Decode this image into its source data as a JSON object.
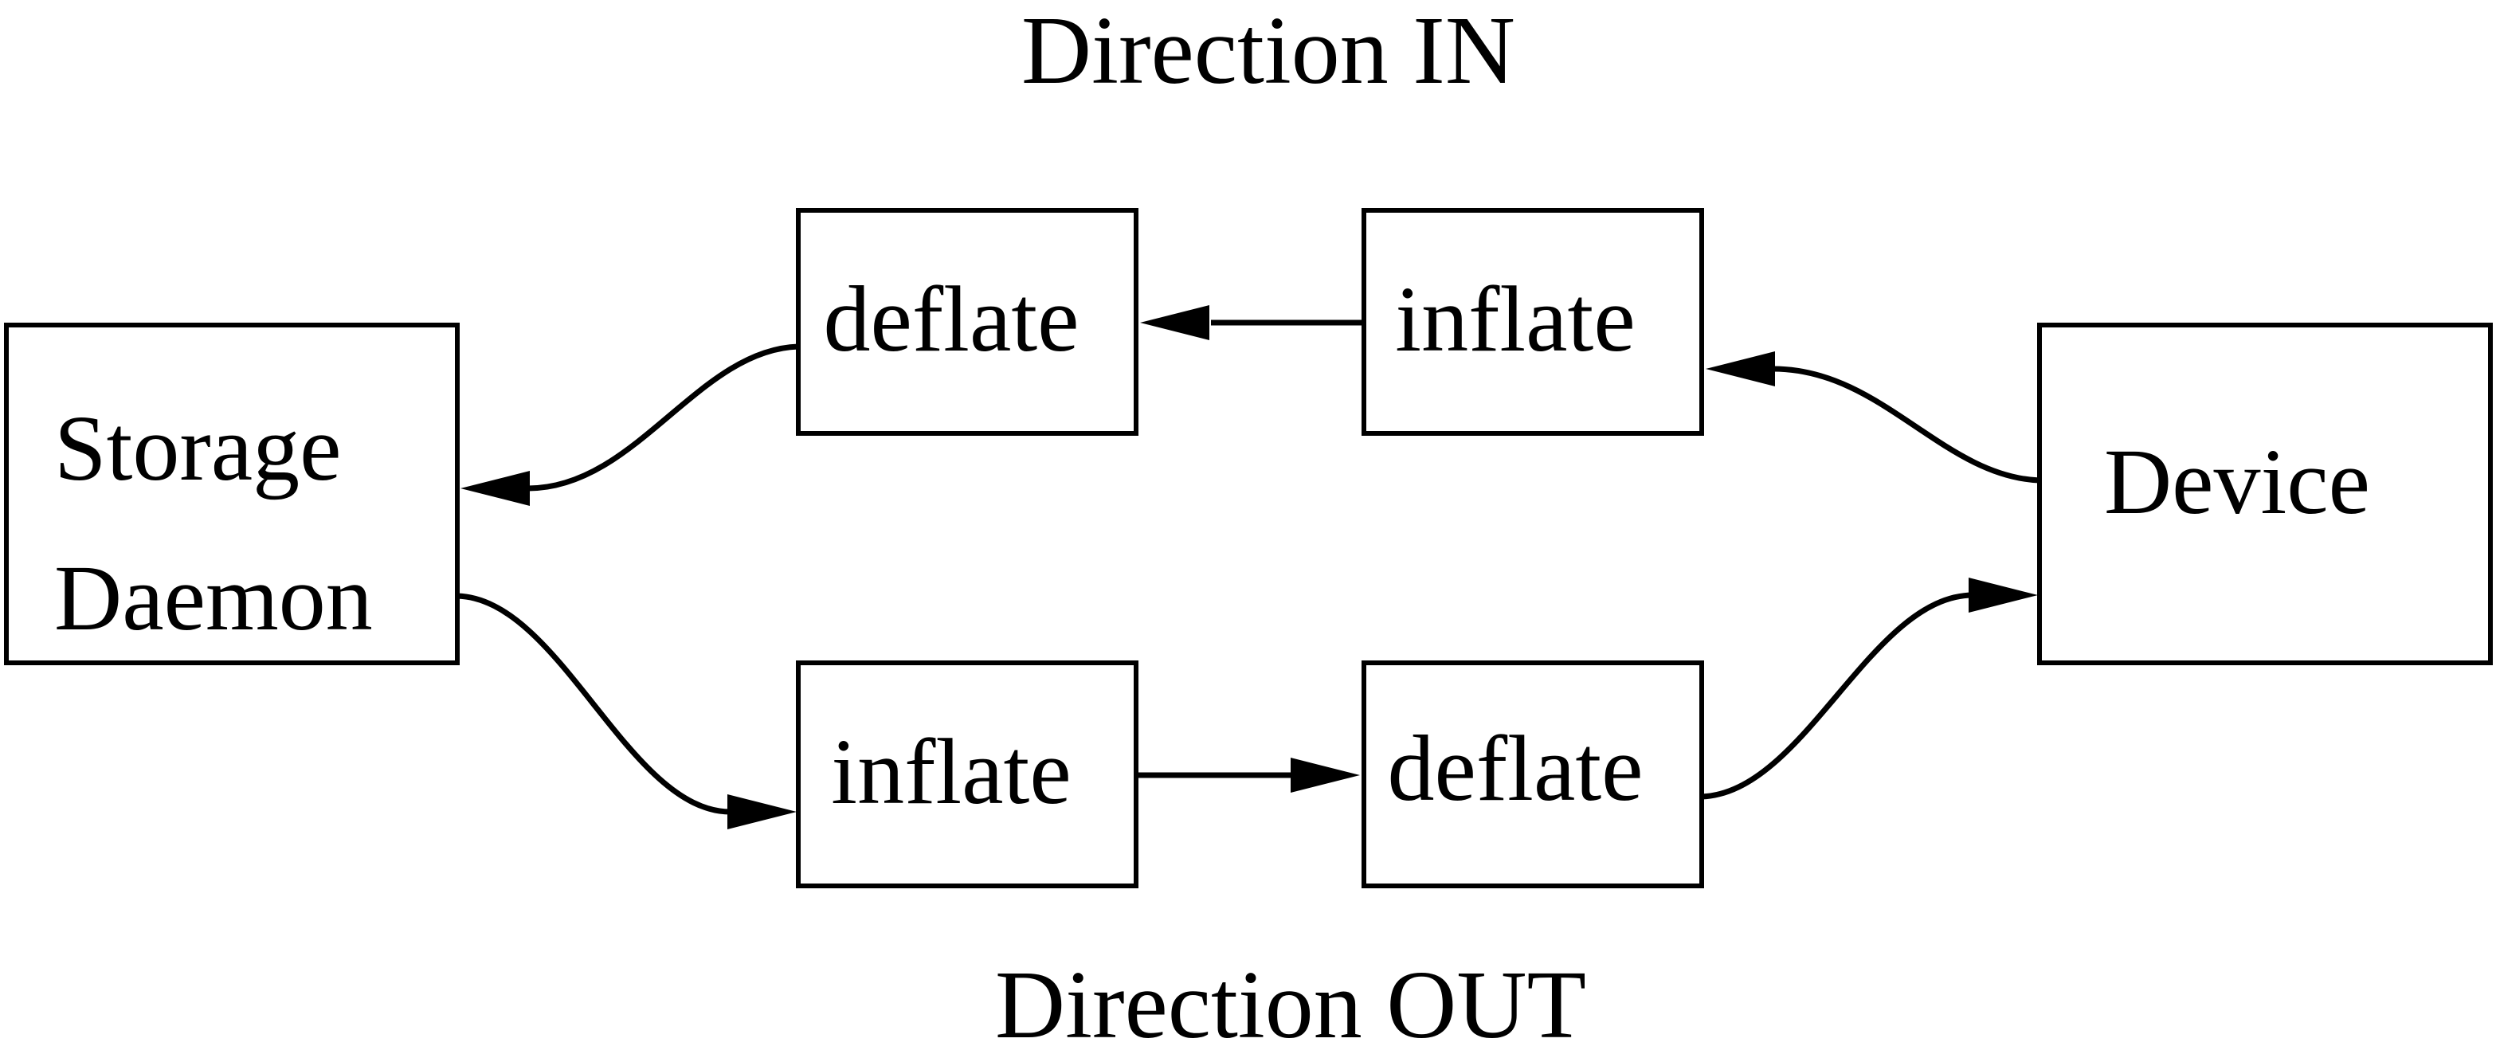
{
  "colors": {
    "foreground": "#000000",
    "background": "#ffffff"
  },
  "titles": {
    "direction_in": "Direction IN",
    "direction_out": "Direction OUT"
  },
  "nodes": {
    "storage_daemon": {
      "line1": "Storage",
      "line2": "Daemon"
    },
    "deflate_in": {
      "label": "deflate"
    },
    "inflate_in": {
      "label": "inflate"
    },
    "device": {
      "label": "Device"
    },
    "inflate_out": {
      "label": "inflate"
    },
    "deflate_out": {
      "label": "deflate"
    }
  },
  "edges": [
    {
      "from": "device",
      "to": "inflate_in",
      "direction": "in"
    },
    {
      "from": "inflate_in",
      "to": "deflate_in",
      "direction": "in"
    },
    {
      "from": "deflate_in",
      "to": "storage_daemon",
      "direction": "in"
    },
    {
      "from": "storage_daemon",
      "to": "inflate_out",
      "direction": "out"
    },
    {
      "from": "inflate_out",
      "to": "deflate_out",
      "direction": "out"
    },
    {
      "from": "deflate_out",
      "to": "device",
      "direction": "out"
    }
  ]
}
